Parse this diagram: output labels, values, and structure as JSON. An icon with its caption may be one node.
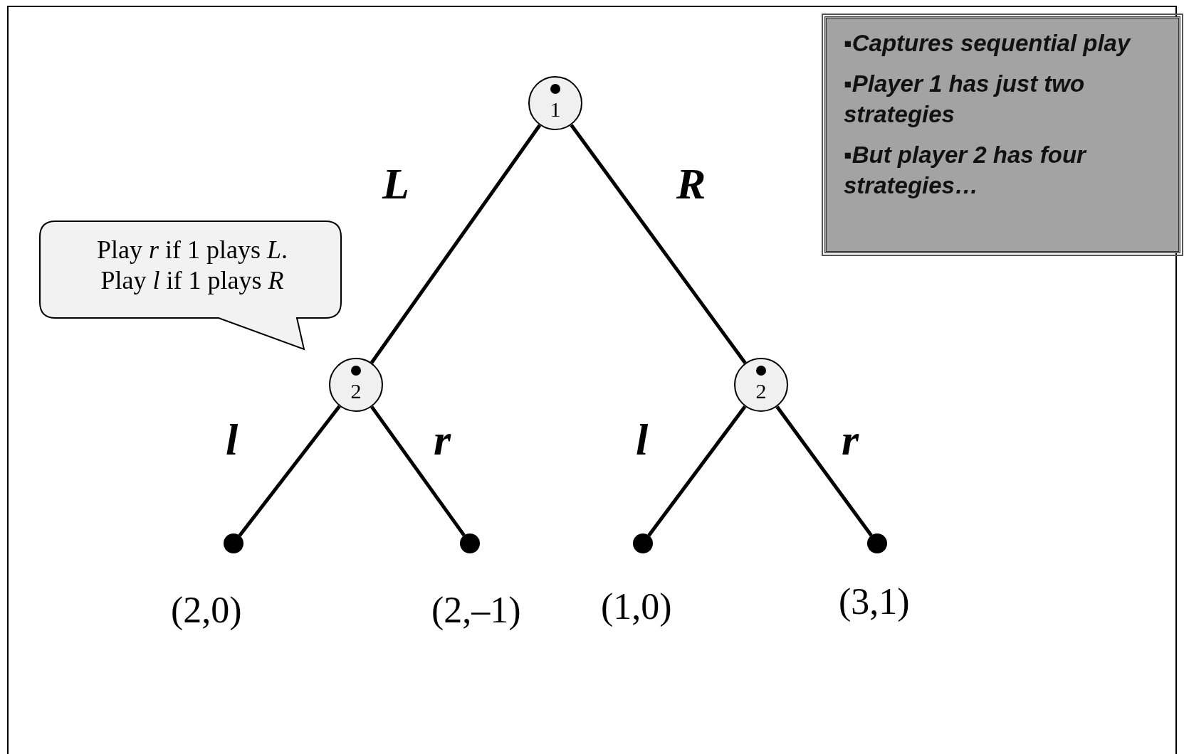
{
  "diagram": {
    "nodes": [
      {
        "text": [
          "1"
        ]
      },
      {
        "text": [
          "2"
        ]
      },
      {
        "text": [
          "2"
        ]
      },
      {
        "text": [],
        "shape": "circle",
        "beside": [
          "(2,0)"
        ]
      },
      {
        "text": [],
        "shape": "circle",
        "beside": [
          "(2,–1)"
        ]
      },
      {
        "text": [],
        "shape": "circle",
        "beside": [
          "(1,0)"
        ]
      },
      {
        "text": [],
        "shape": "circle",
        "beside": [
          "(3,1)"
        ]
      },
      {
        "text": [
          "Play *r* if 1 plays *L*. Play *l* if 1 plays *R*"
        ]
      },
      {
        "text": [
          "▪Captures sequential play",
          "▪Player 1  has just two strategies",
          "▪But player 2 has four strategies…"
        ]
      }
    ],
    "edges": [
      {
        "from": 0,
        "to": 1,
        "arrow": "none",
        "label": "L"
      },
      {
        "from": 0,
        "to": 2,
        "arrow": "none",
        "label": "R"
      },
      {
        "from": 1,
        "to": 3,
        "arrow": "none",
        "label": "l"
      },
      {
        "from": 1,
        "to": 4,
        "arrow": "none",
        "label": "r"
      },
      {
        "from": 2,
        "to": 5,
        "arrow": "none",
        "label": "l"
      },
      {
        "from": 2,
        "to": 6,
        "arrow": "none",
        "label": "r"
      }
    ]
  }
}
